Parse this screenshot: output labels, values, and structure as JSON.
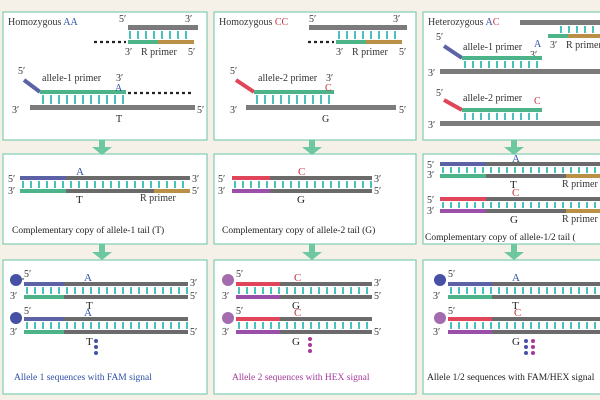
{
  "colors": {
    "background": "#f6f1e8",
    "panel_border": "#7fcdb4",
    "strand_gray": "#7b7b7b",
    "primer_blue": "#5b63a6",
    "primer_red": "#e0455a",
    "hybrid_green": "#4db388",
    "hybrid_purple": "#9a4fa8",
    "reverse_tan": "#b99045",
    "rung_teal": "#49c2bc",
    "arrow_green": "#6dc8a2",
    "fam_blue": "#4651a6",
    "hex_purple": "#a5399b"
  },
  "labels": {
    "five_prime": "5′",
    "three_prime": "3′",
    "r_primer": "R primer",
    "allele1_primer": "allele-1 primer",
    "allele2_primer": "allele-2 primer"
  },
  "columns": [
    {
      "title_prefix": "Homozygous ",
      "genotype": "AA",
      "primer_base": "A",
      "template_base": "T",
      "copy_caption": "Complementary copy of allele-1 tail (T)",
      "signal_caption": "Allele 1 sequences with FAM signal"
    },
    {
      "title_prefix": "Homozygous ",
      "genotype": "CC",
      "primer_base": "C",
      "template_base": "G",
      "copy_caption": "Complementary copy of allele-2 tail (G)",
      "signal_caption": "Allele 2 sequences with HEX signal"
    },
    {
      "title_prefix": "Heterozygous ",
      "genotype_a": "A",
      "genotype_c": "C",
      "primer_base_a": "A",
      "primer_base_c": "C",
      "template_base_a": "T",
      "template_base_c": "G",
      "copy_caption": "Complementary copy of allele-1/2 tail (",
      "signal_caption": "Allele 1/2 sequences with FAM/HEX signal"
    }
  ]
}
